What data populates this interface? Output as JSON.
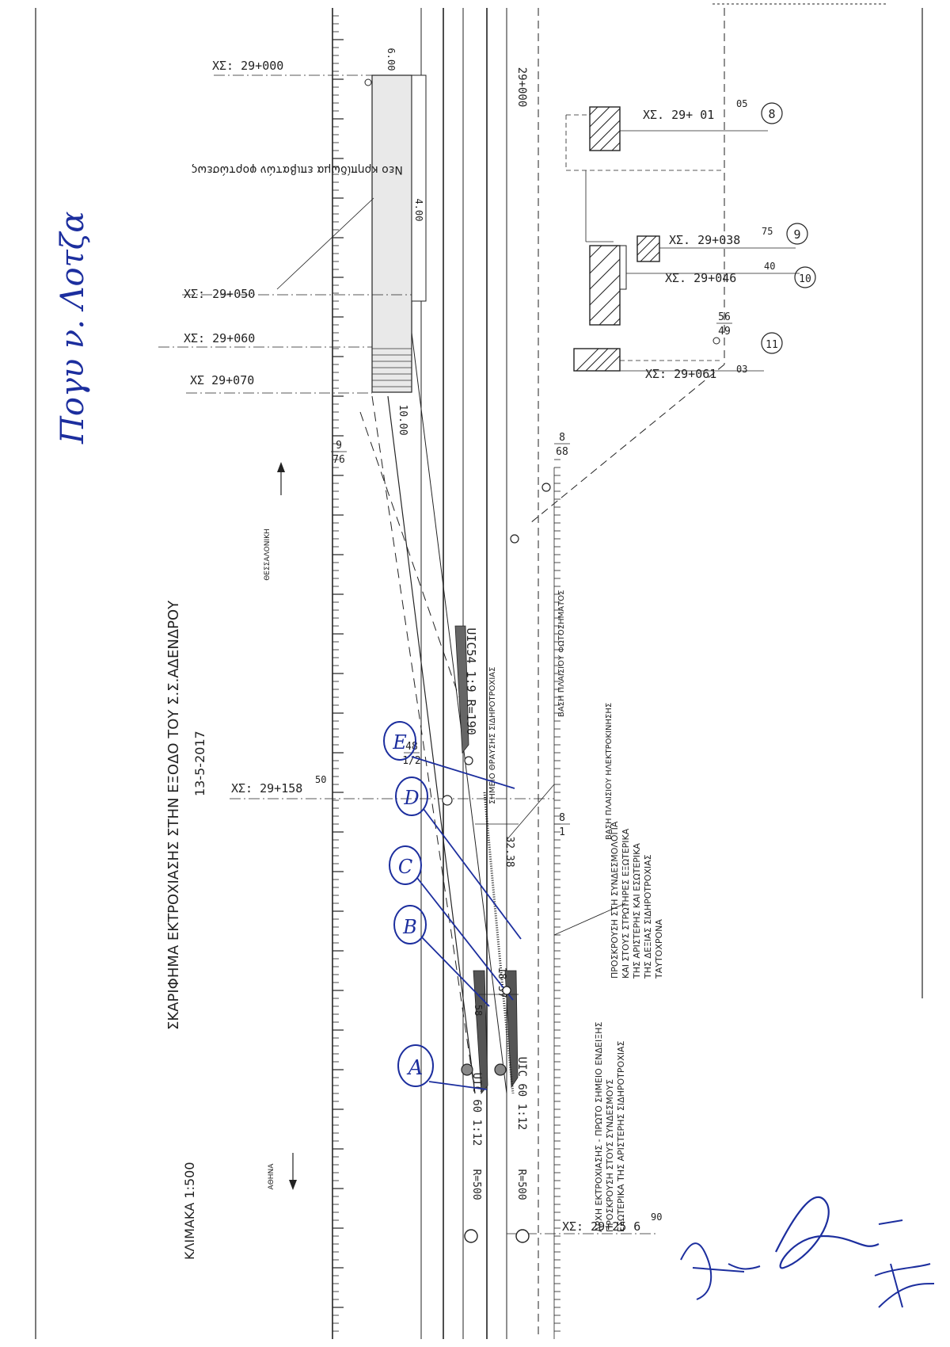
{
  "title": "ΣΚΑΡΙΦΗΜΑ ΕΚΤΡΟΧΙΑΣΗΣ ΣΤΗΝ ΕΞΟΔΟ ΤΟΥ Σ.Σ.ΑΔΕΝΔΡΟΥ",
  "date": "13-5-2017",
  "scale": "ΚΛΙΜΑΚΑ 1:500",
  "handwritten_note": "Πογυ ν. Λοτζα",
  "directions": {
    "up": "ΘΕΣΣΑΛΟΝΙΚΗ",
    "down": "ΑΘΗΝΑ"
  },
  "chainages": {
    "c29000": "ΧΣ: 29+000",
    "c29050": "ΧΣ: 29+050",
    "c29060": "ΧΣ: 29+060",
    "c29070": "ΧΣ  29+070",
    "c29158": "ΧΣ: 29+158",
    "c29158_sup": "50",
    "c29256": "ΧΣ: 29+25 6",
    "c29256_sup": "90",
    "c29001": "ΧΣ. 29+ 01",
    "c29001_sup": "05",
    "c29038": "ΧΣ. 29+038",
    "c29038_sup": "75",
    "c29046": "ΧΣ. 29+046",
    "c29046_sup": "40",
    "c29061": "ΧΣ: 29+061",
    "c29061_sup": "03"
  },
  "switches": {
    "uic54": "UIC54 1:9 R=190",
    "uic60a": "UIC 60 1:12",
    "uic60b": "UIC 60  1:12",
    "r500a": "R=500",
    "r500b": "R=500"
  },
  "dimensions": {
    "d1": "18.37",
    "d2": "32.38",
    "d3": "10.00",
    "d4": "4.00",
    "d5": "6.00",
    "d6": "58"
  },
  "km_mark": "29+000",
  "annotations": {
    "platform": "Νεο κρηπίδωμα επιβατών φορτώσεως",
    "vis_point": "ΣΗΜΕΙΟ ΘΡΑΥΣΗΣ ΣΙΔΗΡΟΤΡΟΧΙΑΣ",
    "base1": "ΒΑΣΗ ΠΛΑΙΣΙΟΥ ΦΩΤΟΣΗΜΑΤΟΣ",
    "base2": "ΒΑΣΗ ΠΛΑΙΣΙΟΥ ΗΛΕΚΤΡΟΚΙΝΗΣΗΣ",
    "impact_l1": "ΠΡΟΣΚΡΟΥΣΗ ΣΤΗ ΣΥΝΔΕΣΜΟΛΟΓΙΑ",
    "impact_l2": "ΚΑΙ ΣΤΟΥΣ ΣΤΡΩΤΗΡΕΣ ΕΞΩΤΕΡΙΚΑ",
    "impact_l3": "ΤΗΣ ΑΡΙΣΤΕΡΗΣ ΚΑΙ ΕΣΩΤΕΡΙΚΑ",
    "impact_l4": "ΤΗΣ ΔΕΞΙΑΣ ΣΙΔΗΡΟΤΡΟΧΙΑΣ",
    "impact_l5": "ΤΑΥΤΟΧΡΟΝΑ",
    "start_l1": "ΑΡΧΗ ΕΚΤΡΟΧΙΑΣΗΣ - ΠΡΩΤΟ ΣΗΜΕΙΟ ΕΝΔΕΙΞΗΣ",
    "start_l2": "ΠΡΟΣΚΡΟΥΣΗ ΣΤΟΥΣ ΣΥΝΔΕΣΜΟΥΣ",
    "start_l3": "ΕΣΩΤΕΡΙΚΑ ΤΗΣ ΑΡΙΣΤΕΡΗΣ ΣΙΔΗΡΟΤΡΟΧΙΑΣ"
  },
  "points": [
    "A",
    "B",
    "C",
    "D",
    "E"
  ],
  "pole_numbers": [
    "8",
    "9",
    "10",
    "11"
  ],
  "pole_fractions": {
    "p1": {
      "num": "8",
      "den": "68"
    },
    "p2": {
      "num": "48",
      "den": "1/2"
    },
    "p3": {
      "num": "56",
      "den": "49"
    },
    "p4": {
      "num": "9",
      "den": "76"
    },
    "p5": {
      "num": "8",
      "den": "1"
    }
  },
  "signature_note": "signatures"
}
